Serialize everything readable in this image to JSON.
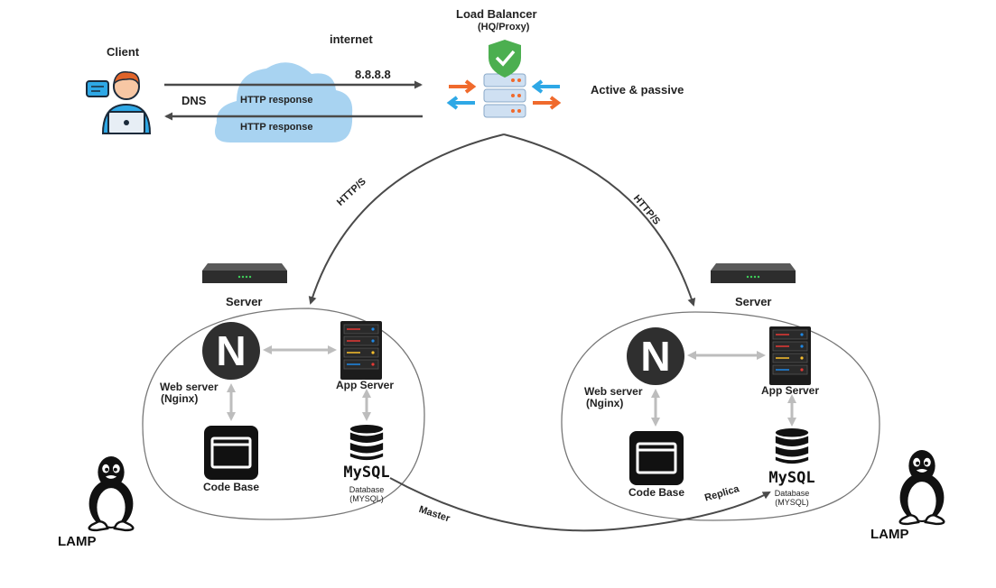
{
  "client": {
    "label": "Client"
  },
  "internet": {
    "label": "internet",
    "dns_label": "DNS",
    "ip_label": "8.8.8.8",
    "response_top": "HTTP response",
    "response_bottom": "HTTP response"
  },
  "load_balancer": {
    "title": "Load Balancer",
    "subtitle": "(HQ/Proxy)",
    "mode": "Active & passive"
  },
  "links": {
    "left_protocol": "HTTP/S",
    "right_protocol": "HTTP/S",
    "master": "Master",
    "replica": "Replica"
  },
  "servers": [
    {
      "label": "Server",
      "web_server": "Web server",
      "web_server_sub": "(Nginx)",
      "app_server": "App Server",
      "code_base": "Code Base",
      "database": "Database",
      "database_sub": "(MYSQL)",
      "stack": "LAMP"
    },
    {
      "label": "Server",
      "web_server": "Web server",
      "web_server_sub": "(Nginx)",
      "app_server": "App Server",
      "code_base": "Code Base",
      "database": "Database",
      "database_sub": "(MYSQL)",
      "stack": "LAMP"
    }
  ],
  "icons": {
    "nginx_letter": "N",
    "mysql_logo": "MySQL"
  },
  "colors": {
    "cloud": "#a8d3f1",
    "shield": "#4caf50",
    "arrow_orange": "#f06a2c",
    "arrow_blue": "#2ea8e6",
    "nginx": "#2f2f2f",
    "connector": "#bdbdbd"
  }
}
